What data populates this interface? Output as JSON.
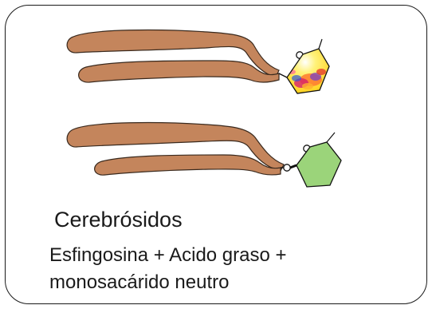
{
  "caption": {
    "title": "Cerebrósidos",
    "line1": "Esfingosina + Acido graso +",
    "line2": "monosacárido neutro"
  },
  "colors": {
    "lipid_tail": "#c4855c",
    "lipid_outline": "#3a2a1e",
    "sugar_ring_bottom": "#9bd47a",
    "sugar_ring_top_base": "#ffe54a",
    "frame_stroke": "#1a1a1a"
  },
  "icons": {
    "top_molecule": "cerebroside-molecule-icon",
    "bottom_molecule": "cerebroside-molecule-icon"
  }
}
